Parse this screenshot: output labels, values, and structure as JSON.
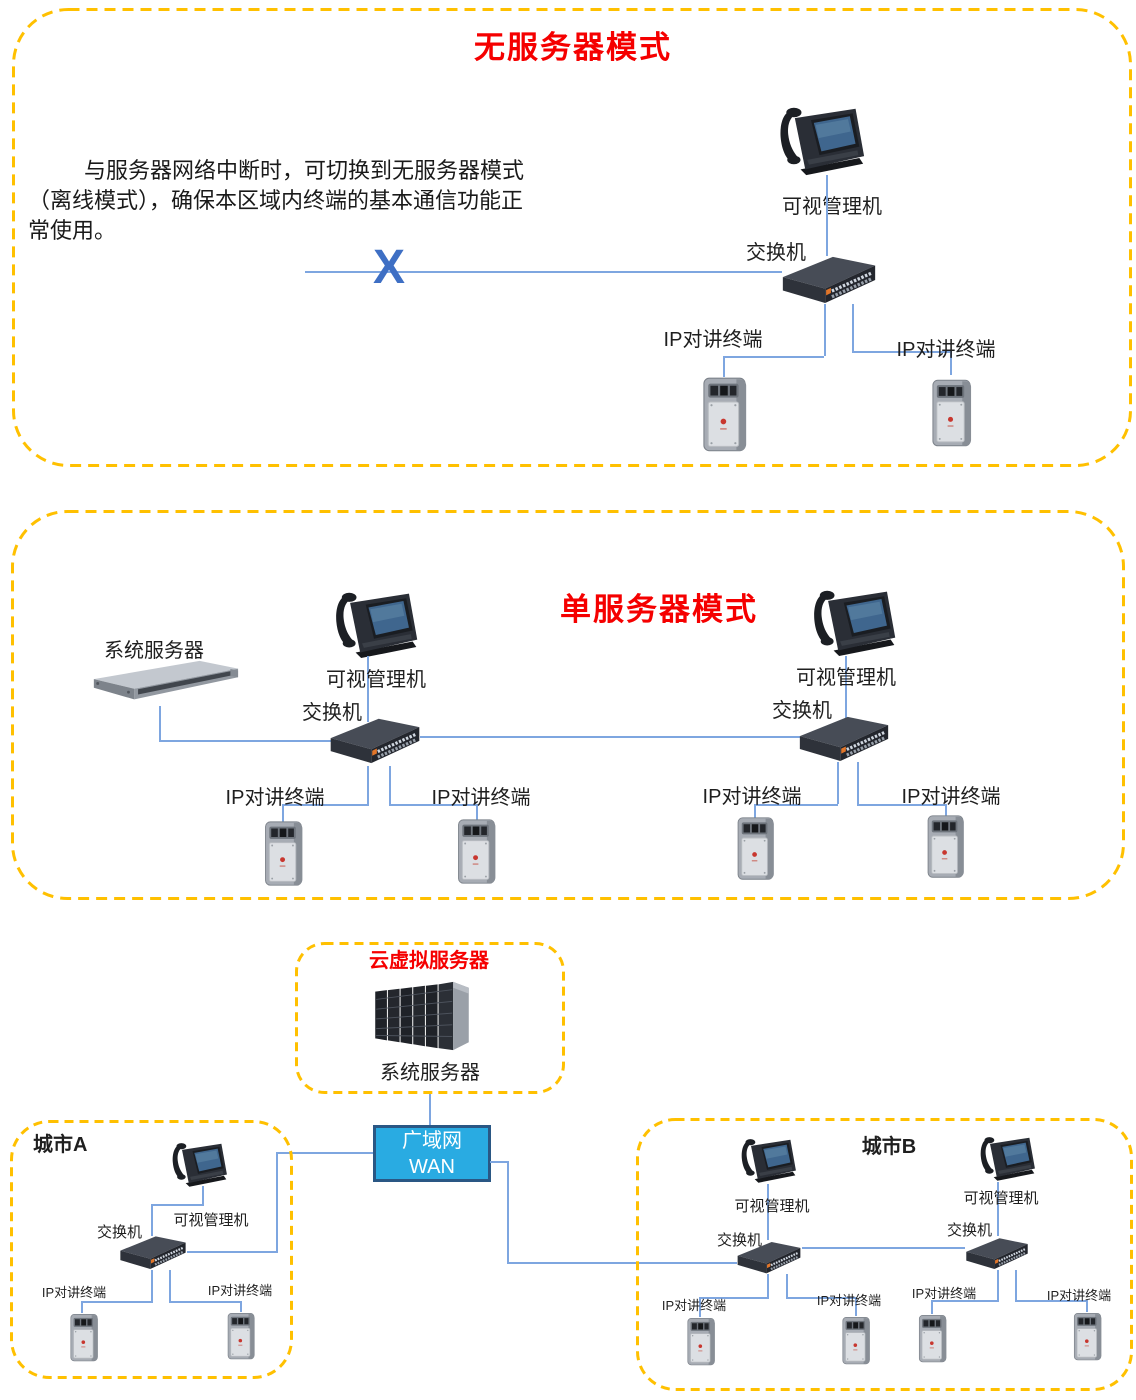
{
  "colors": {
    "dashed_border": "#FFC000",
    "section_title": "#F50000",
    "network_line": "#7EA6E0",
    "disconnect_x": "#3E6FC4",
    "wan_fill": "#29ABE2",
    "wan_border": "#2A5784",
    "label_text": "#1F1F1F"
  },
  "s1": {
    "title": "无服务器模式",
    "description": "与服务器网络中断时，可切换到无服务器模式（离线模式），确保本区域内终端的基本通信功能正常使用。",
    "disconnect_mark": "X",
    "phone_label": "可视管理机",
    "switch_label": "交换机",
    "terminals": [
      "IP对讲终端",
      "IP对讲终端"
    ]
  },
  "s2": {
    "title": "单服务器模式",
    "server_label": "系统服务器",
    "left": {
      "phone_label": "可视管理机",
      "switch_label": "交换机",
      "terminals": [
        "IP对讲终端",
        "IP对讲终端"
      ]
    },
    "right": {
      "phone_label": "可视管理机",
      "switch_label": "交换机",
      "terminals": [
        "IP对讲终端",
        "IP对讲终端"
      ]
    }
  },
  "s3": {
    "cloud": {
      "title": "云虚拟服务器",
      "server_label": "系统服务器"
    },
    "wan": {
      "line1": "广域网",
      "line2": "WAN"
    },
    "cityA": {
      "name": "城市A",
      "phone_label": "可视管理机",
      "switch_label": "交换机",
      "terminals": [
        "IP对讲终端",
        "IP对讲终端"
      ]
    },
    "cityB": {
      "name": "城市B",
      "left": {
        "phone_label": "可视管理机",
        "switch_label": "交换机",
        "terminals": [
          "IP对讲终端",
          "IP对讲终端"
        ]
      },
      "right": {
        "phone_label": "可视管理机",
        "switch_label": "交换机",
        "terminals": [
          "IP对讲终端",
          "IP对讲终端"
        ]
      }
    }
  }
}
